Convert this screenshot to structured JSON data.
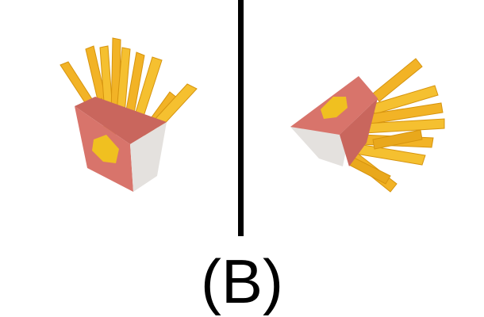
{
  "caption": "(B)",
  "left_image": {
    "icon": "french-fries-icon",
    "view": "upright"
  },
  "right_image": {
    "icon": "french-fries-icon",
    "view": "rotated"
  },
  "colors": {
    "fry": "#f2b326",
    "fry_shade": "#d6940f",
    "box_front": "#d8746b",
    "box_side": "#e4e1de",
    "emblem": "#f0c020",
    "divider": "#000000"
  }
}
